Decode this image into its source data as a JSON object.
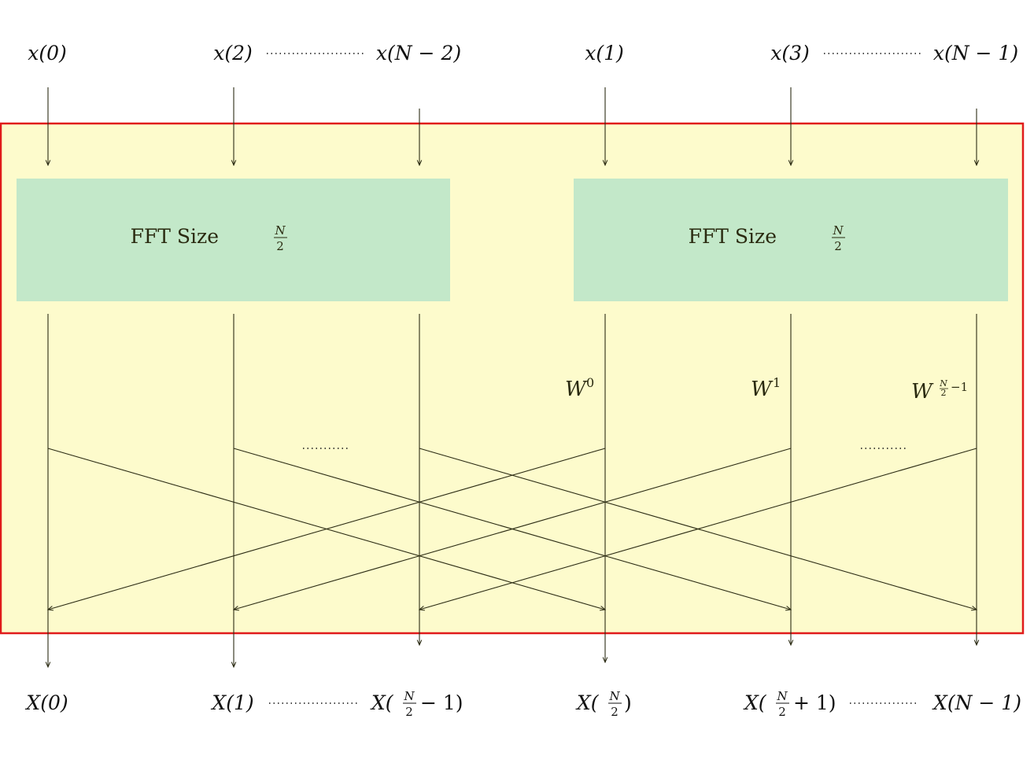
{
  "inputs": {
    "x0": "x(0)",
    "x2": "x(2)",
    "xNm2": "x(N − 2)",
    "x1": "x(1)",
    "x3": "x(3)",
    "xNm1": "x(N − 1)"
  },
  "blocks": {
    "left_label": "FFT Size",
    "right_label": "FFT Size",
    "frac_num": "N",
    "frac_den": "2"
  },
  "twiddles": {
    "w0_base": "W",
    "w0_exp": "0",
    "w1_base": "W",
    "w1_exp": "1",
    "wlast_base": "W",
    "wlast_exp_num": "N",
    "wlast_exp_den": "2",
    "wlast_exp_tail": "−1"
  },
  "outputs": {
    "X0": "X(0)",
    "X1": "X(1)",
    "XN2m1_pre": "X(",
    "XN2m1_post": "− 1)",
    "XN2_pre": "X(",
    "XN2_post": ")",
    "XN2p1_pre": "X(",
    "XN2p1_post": "+ 1)",
    "XNm1": "X(N − 1)",
    "frac_num": "N",
    "frac_den": "2"
  },
  "colors": {
    "outer_fill": "#fdfbcc",
    "outer_border": "#e01b1b",
    "block_fill": "#c3e8c9",
    "wire": "#2c2c14"
  }
}
